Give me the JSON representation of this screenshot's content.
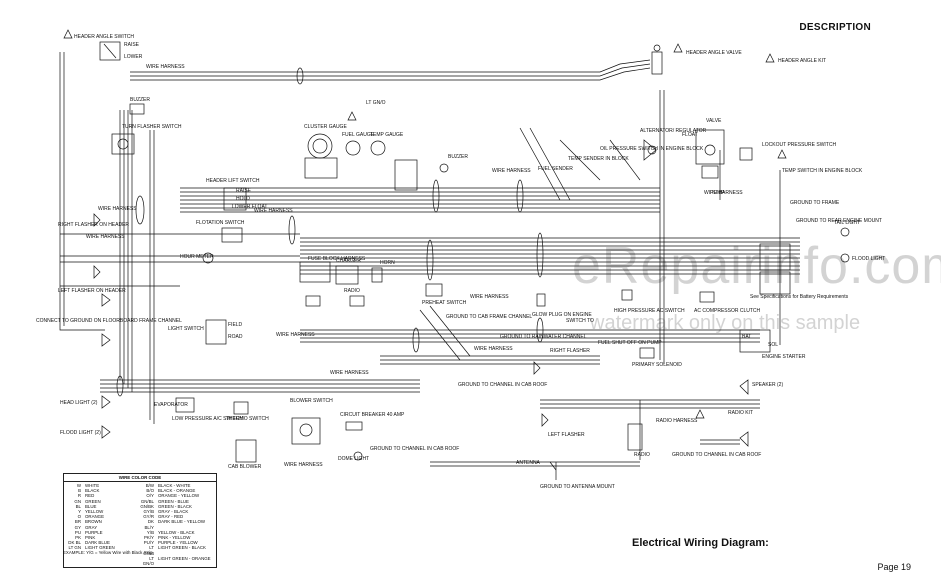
{
  "header": {
    "title": "DESCRIPTION"
  },
  "caption": "Electrical Wiring Diagram:",
  "page_number": "Page 19",
  "watermark": {
    "line1": "eRepairinfo.com",
    "line2": "watermark only on this sample"
  },
  "labels": {
    "header_angle_switch": "HEADER ANGLE SWITCH",
    "raise": "RAISE",
    "lower": "LOWER",
    "wire_harness": "WIRE HARNESS",
    "header_angle_valve": "HEADER ANGLE VALVE",
    "header_angle_kit": "HEADER ANGLE KIT",
    "buzzer": "BUZZER",
    "turn_flasher_switch": "TURN FLASHER SWITCH",
    "lt_grey": "LT GN/O",
    "cluster_gauge": "CLUSTER GAUGE",
    "fuel_gauge": "FUEL GAUGE",
    "temp_gauge": "TEMP GAUGE",
    "alternator_regulator": "ALTERNATOR/ REGULATOR",
    "oil_pressure_switch": "OIL PRESSURE SWITCH IN ENGINE BLOCK",
    "temp_sender": "TEMP SENDER IN BLOCK",
    "fuel_sender": "FUEL SENDER",
    "float": "FLOAT",
    "valve": "VALVE",
    "pump": "PUMP",
    "lockout_pressure_switch": "LOCKOUT PRESSURE SWITCH",
    "temp_switch": "TEMP SWITCH IN ENGINE BLOCK",
    "header_lift_switch": "HEADER LIFT SWITCH",
    "hold": "HOLD",
    "lower_float": "LOWER FLOAT",
    "right_flasher": "RIGHT FLASHER ON HEADER",
    "left_flasher": "LEFT FLASHER ON HEADER",
    "connect_ground": "CONNECT TO GROUND ON FLOORBOARD FRAME CHANNEL",
    "flotation_switch": "FLOTATION SWITCH",
    "hour_meter": "HOUR METER",
    "fuse_block": "FUSE BLOCK HARNESS",
    "charger": "CHARGER",
    "radio": "RADIO",
    "horn": "HORN",
    "preheat_switch": "PREHEAT SWITCH",
    "glow_plug": "GLOW PLUG ON ENGINE",
    "switch_to_start": "SWITCH TO",
    "high_pressure_ac": "HIGH PRESSURE AC SWITCH",
    "ac_compressor": "AC COMPRESSOR CLUTCH",
    "see_specs": "See Specifications for Battery Requirements",
    "engine_starter": "ENGINE STARTER",
    "sol": "SOL",
    "bat": "BAT",
    "ground_frame": "GROUND TO FRAME",
    "tail_light": "TAIL LIGHT",
    "flood_light_rear": "FLOOD LIGHT",
    "ground_rear_engine": "GROUND TO REAR ENGINE MOUNT",
    "light_switch": "LIGHT SWITCH",
    "field": "FIELD",
    "road": "ROAD",
    "ground_cab_frame": "GROUND TO CAB FRAME CHANNEL",
    "ground_rainwater": "GROUND TO RAINWATER CHANNEL",
    "ground_cab_roof": "GROUND TO CHANNEL IN CAB ROOF",
    "right_flasher_cab": "RIGHT FLASHER",
    "fuel_shutoff": "FUEL SHUT OFF ON PUMP",
    "primary_solenoid": "PRIMARY SOLENOID",
    "evaporator": "EVAPORATOR",
    "low_pressure_ac": "LOW PRESSURE A/C SWITCH",
    "thermo_switch": "THERMO SWITCH",
    "blower_switch": "BLOWER SWITCH",
    "circuit_breaker": "CIRCUIT BREAKER 40 AMP",
    "cab_blower": "CAB BLOWER",
    "dome_light": "DOME LIGHT",
    "ground_cab_roof2": "GROUND TO CHANNEL IN CAB ROOF",
    "head_light": "HEAD LIGHT (2)",
    "flood_light": "FLOOD LIGHT (2)",
    "left_flasher_cab": "LEFT FLASHER",
    "antenna": "ANTENNA",
    "ground_antenna": "GROUND TO ANTENNA MOUNT",
    "radio_harness": "RADIO HARNESS",
    "radio_unit": "RADIO",
    "speaker": "SPEAKER (2)",
    "radio_kit": "RADIO KIT",
    "ground_cab_roof3": "GROUND TO CHANNEL IN CAB ROOF"
  },
  "color_code": {
    "heading": "WIRE COLOR CODE",
    "left": [
      {
        "code": "W",
        "name": "WHITE"
      },
      {
        "code": "B",
        "name": "BLACK"
      },
      {
        "code": "R",
        "name": "RED"
      },
      {
        "code": "GN",
        "name": "GREEN"
      },
      {
        "code": "BL",
        "name": "BLUE"
      },
      {
        "code": "Y",
        "name": "YELLOW"
      },
      {
        "code": "O",
        "name": "ORANGE"
      },
      {
        "code": "BR",
        "name": "BROWN"
      },
      {
        "code": "GY",
        "name": "GRAY"
      },
      {
        "code": "PU",
        "name": "PURPLE"
      },
      {
        "code": "PK",
        "name": "PINK"
      },
      {
        "code": "DK BL",
        "name": "DARK BLUE"
      },
      {
        "code": "LT GN",
        "name": "LIGHT GREEN"
      }
    ],
    "right": [
      {
        "code": "B/W",
        "name": "BLACK - WHITE"
      },
      {
        "code": "B/O",
        "name": "BLACK - ORANGE"
      },
      {
        "code": "O/Y",
        "name": "ORANGE - YELLOW"
      },
      {
        "code": "GN/BL",
        "name": "GREEN - BLUE"
      },
      {
        "code": "GN/BK",
        "name": "GREEN - BLACK"
      },
      {
        "code": "GY/B",
        "name": "GRAY - BLACK"
      },
      {
        "code": "GY/R",
        "name": "GRAY - RED"
      },
      {
        "code": "DK BL/Y",
        "name": "DARK BLUE - YELLOW"
      },
      {
        "code": "Y/B",
        "name": "YELLOW - BLACK"
      },
      {
        "code": "PK/Y",
        "name": "PINK - YELLOW"
      },
      {
        "code": "PU/Y",
        "name": "PURPLE - YELLOW"
      },
      {
        "code": "LT GN/B",
        "name": "LIGHT GREEN - BLACK"
      },
      {
        "code": "LT GN/O",
        "name": "LIGHT GREEN - ORANGE"
      }
    ],
    "example": "EXAMPLE: Y/G = Yellow Wire with Black Strip"
  }
}
